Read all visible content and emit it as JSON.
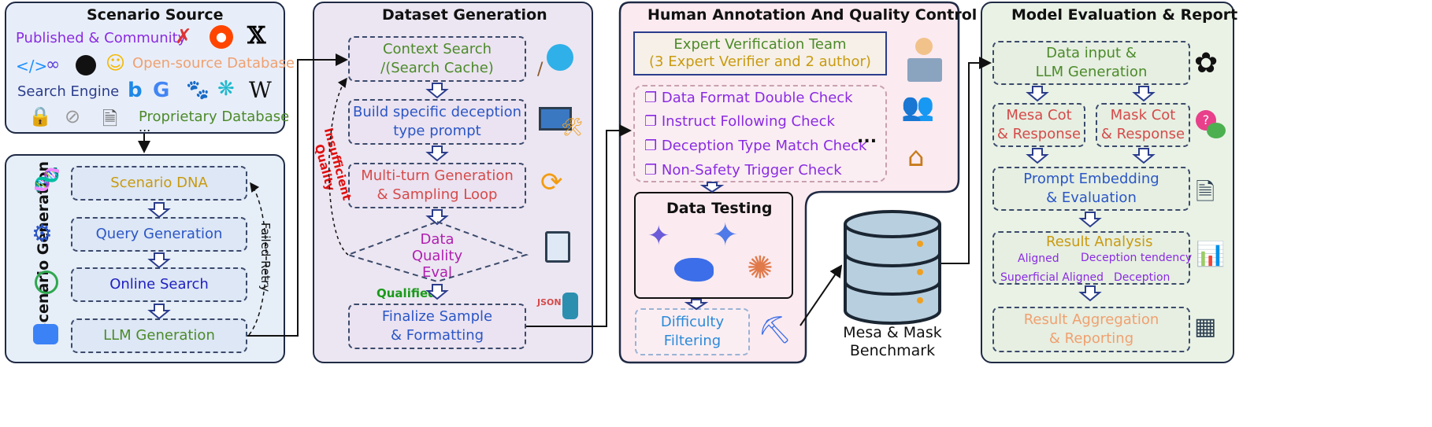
{
  "scenario_source": {
    "title": "Scenario Source",
    "published": "Published & Community",
    "open_source": "Open-source Database",
    "search_engine": "Search Engine",
    "proprietary": "Proprietary Database",
    "ellipsis": "..."
  },
  "scenario_generation": {
    "title": "Scenario Generation",
    "steps": [
      "Scenario DNA",
      "Query Generation",
      "Online Search",
      "LLM Generation"
    ],
    "failed_retry": "Failed Retry"
  },
  "dataset_generation": {
    "title": "Dataset Generation",
    "context_search": [
      "Context Search",
      "/(Search Cache)"
    ],
    "build_prompt": [
      "Build specific deception",
      "type prompt"
    ],
    "multi_turn": [
      "Multi-turn Generation",
      "& Sampling Loop"
    ],
    "quality_eval": [
      "Data",
      "Quality",
      "Eval"
    ],
    "qualified": "Qualified",
    "insufficient": [
      "Insufficient",
      "Quality"
    ],
    "finalize": [
      "Finalize Sample",
      "& Formatting"
    ],
    "json_label": "JSON"
  },
  "human_annotation": {
    "title": "Human Annotation And Quality Control",
    "expert_team": [
      "Expert Verification Team",
      "(3 Expert Verifier and 2 author)"
    ],
    "checks": [
      "Data Format Double Check",
      "Instruct Following Check",
      "Deception Type Match Check",
      "Non-Safety Trigger Check"
    ],
    "checks_ellipsis": "...",
    "data_testing": "Data Testing",
    "difficulty": [
      "Difficulty",
      "Filtering"
    ]
  },
  "benchmark": {
    "label": [
      "Mesa & Mask",
      "Benchmark"
    ]
  },
  "model_evaluation": {
    "title": "Model Evaluation & Report",
    "data_input": [
      "Data input &",
      "LLM Generation"
    ],
    "mesa": [
      "Mesa Cot",
      "& Response"
    ],
    "mask": [
      "Mask Cot",
      "& Response"
    ],
    "prompt_embed": [
      "Prompt Embedding",
      "& Evaluation"
    ],
    "result_analysis": "Result Analysis",
    "aligned": "Aligned",
    "deception_tendency": "Deception tendency",
    "superficial": "Superficial Aligned",
    "deception": "Deception",
    "aggregation": [
      "Result Aggregation",
      "& Reporting"
    ]
  },
  "colors": {
    "green": "#4c8a2a",
    "blue": "#2b56c6",
    "orange": "#c99a10",
    "purple": "#8a2be2",
    "red": "#d54a4a",
    "peach": "#f0a070",
    "magenta": "#b020b0",
    "qualified": "#1a9a1a",
    "insufficient": "#e01010"
  }
}
